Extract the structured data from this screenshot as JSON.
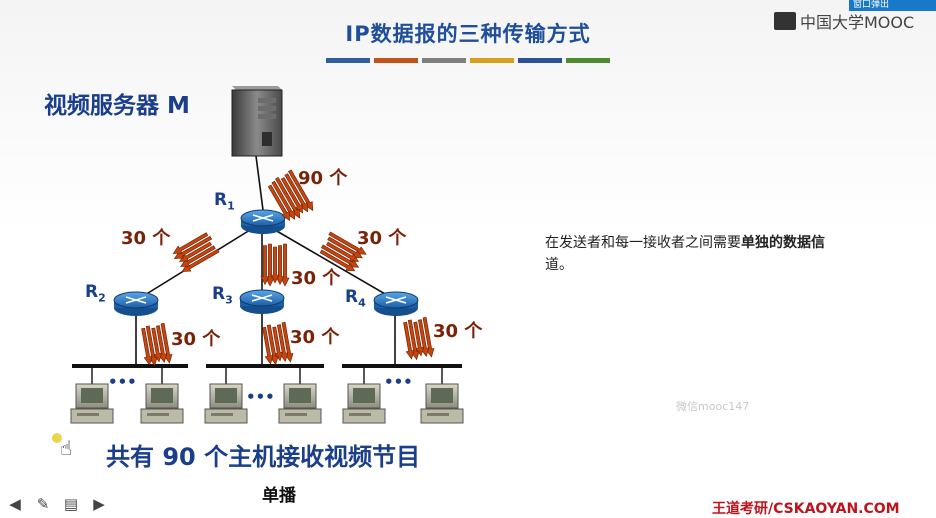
{
  "window": {
    "popout_button": "窗口弹出"
  },
  "header": {
    "title": "IP数据报的三种传输方式",
    "brand": "中国大学MOOC",
    "color_bars": [
      "#2f5d9e",
      "#c0521a",
      "#7f7f7f",
      "#d6a21c",
      "#2c4f9a",
      "#4e8a2e"
    ]
  },
  "diagram": {
    "server_label": "视频服务器 M",
    "routers": [
      {
        "letter": "R",
        "sub": "1"
      },
      {
        "letter": "R",
        "sub": "2"
      },
      {
        "letter": "R",
        "sub": "3"
      },
      {
        "letter": "R",
        "sub": "4"
      }
    ],
    "counts": {
      "server_to_r1": "90 个",
      "r1_to_r2": "30 个",
      "r1_to_r3": "30 个",
      "r1_to_r4": "30 个",
      "r2_to_lan": "30 个",
      "r3_to_lan": "30 个",
      "r4_to_lan": "30 个"
    },
    "ellipsis": "•••",
    "arrow_color": "#c4450e"
  },
  "notes": {
    "text_plain": "在发送者和每一接收者之间需要",
    "text_bold": "单独的数据信",
    "text_tail": "道。"
  },
  "summary": {
    "total": "共有 90 个主机接收视频节目",
    "method": "单播"
  },
  "footer": {
    "logo": "王道考研/CSKAOYAN.COM",
    "watermark": "微信mooc147",
    "tools": [
      {
        "icon": "arrow-left-icon",
        "glyph": "◀"
      },
      {
        "icon": "pen-icon",
        "glyph": "✎"
      },
      {
        "icon": "menu-icon",
        "glyph": "▤"
      },
      {
        "icon": "arrow-right-icon",
        "glyph": "▶"
      }
    ]
  }
}
